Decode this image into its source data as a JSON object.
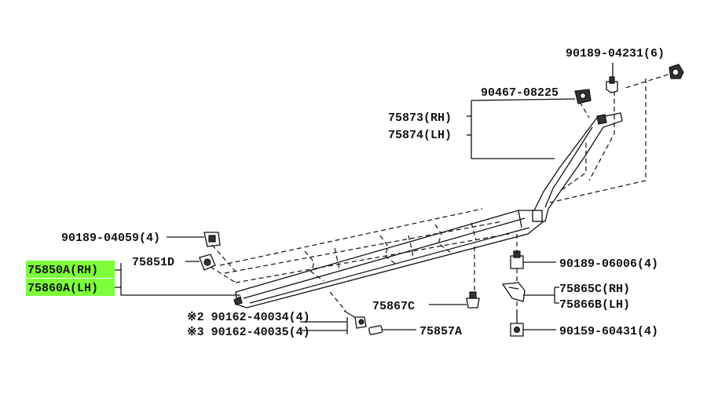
{
  "labels": {
    "p90189_04231": "90189-04231(6)",
    "p90467_08225": "90467-08225",
    "p75873": "75873(RH)",
    "p75874": "75874(LH)",
    "p90189_04059": "90189-04059(4)",
    "p75850A": "75850A(RH)",
    "p75860A": "75860A(LH)",
    "p75851D": "75851D",
    "p90189_06006": "90189-06006(4)",
    "p75865C": "75865C(RH)",
    "p75866B": "75866B(LH)",
    "p75867C": "75867C",
    "p90162_40034": "※2 90162-40034(4)",
    "p90162_40035": "※3 90162-40035(4)",
    "p75857A": "75857A",
    "p90159_60431": "90159-60431(4)"
  },
  "colors": {
    "highlight": "#7dff3c",
    "line": "#111111"
  }
}
